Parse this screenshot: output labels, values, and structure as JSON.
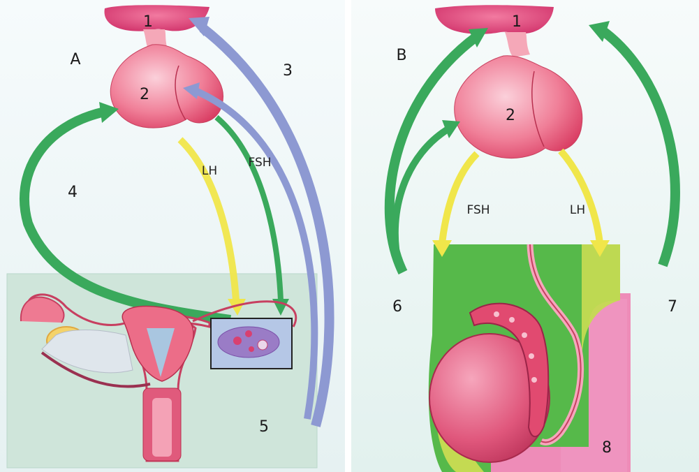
{
  "panel_a": {
    "letter": "A",
    "hypothalamus": "1",
    "pituitary": "2",
    "feedback_ovary_to_hypothalamus": "3",
    "feedback_to_pituitary": "4",
    "target_organ": "5",
    "lh_label": "LH",
    "fsh_label": "FSH"
  },
  "panel_b": {
    "letter": "B",
    "hypothalamus": "1",
    "pituitary": "2",
    "feedback_left": "6",
    "feedback_right": "7",
    "target_organ": "8",
    "fsh_label": "FSH",
    "lh_label": "LH"
  },
  "colors": {
    "gland": "#e8456a",
    "gland_light": "#f7a9b8",
    "green_arrow": "#3fae62",
    "yellow_arrow": "#f2e83a",
    "blue_arrow": "#8c97cf",
    "panel_a_bg": "#eaf3f6",
    "panel_a_box": "#cfe6dc",
    "panel_b_bg": "#e8f4f1",
    "testis_green": "#56b94a",
    "testis_yellow": "#c7dc52",
    "pink_bg": "#ee8cb8"
  }
}
